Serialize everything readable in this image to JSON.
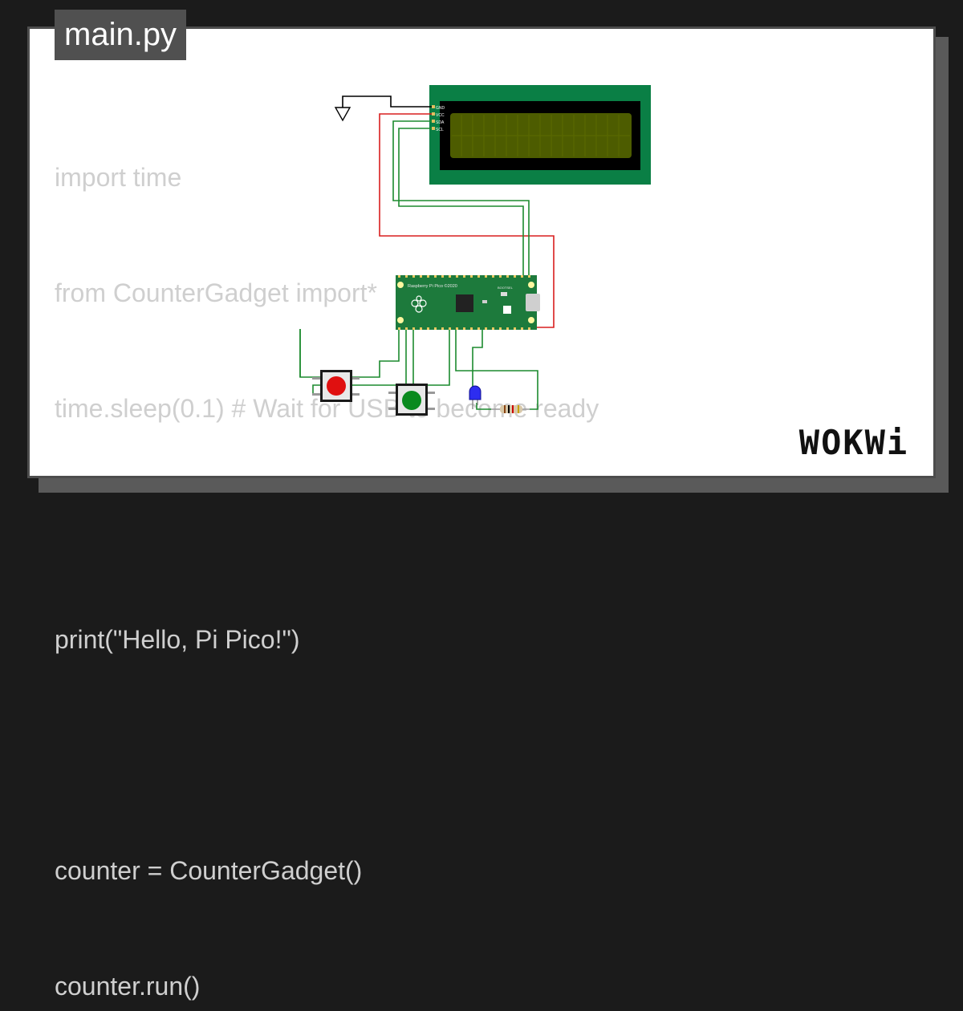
{
  "editor": {
    "file_tab": "main.py",
    "code_lines": [
      "import time",
      "from CounterGadget import*",
      "time.sleep(0.1) # Wait for USB to become ready",
      "",
      "print(\"Hello, Pi Pico!\")",
      "",
      "counter = CounterGadget()",
      "counter.run()"
    ]
  },
  "lcd": {
    "pins": [
      "GND",
      "VCC",
      "SDA",
      "SCL"
    ]
  },
  "pico": {
    "label": "Raspberry Pi Pico ©2020",
    "bootsel": "BOOTSEL"
  },
  "brand": {
    "logo_text": "WOKWi"
  },
  "colors": {
    "background": "#1b1b1b",
    "frame_border": "#4d4d4d",
    "tab_bg": "#505050",
    "code_text": "#cfcfcf",
    "lcd_board": "#0a7f45",
    "lcd_screen": "#4d5c00",
    "pico_board": "#1d7a3c",
    "wire_red": "#d81e1e",
    "wire_green": "#1c8a2e",
    "wire_black": "#000000"
  }
}
